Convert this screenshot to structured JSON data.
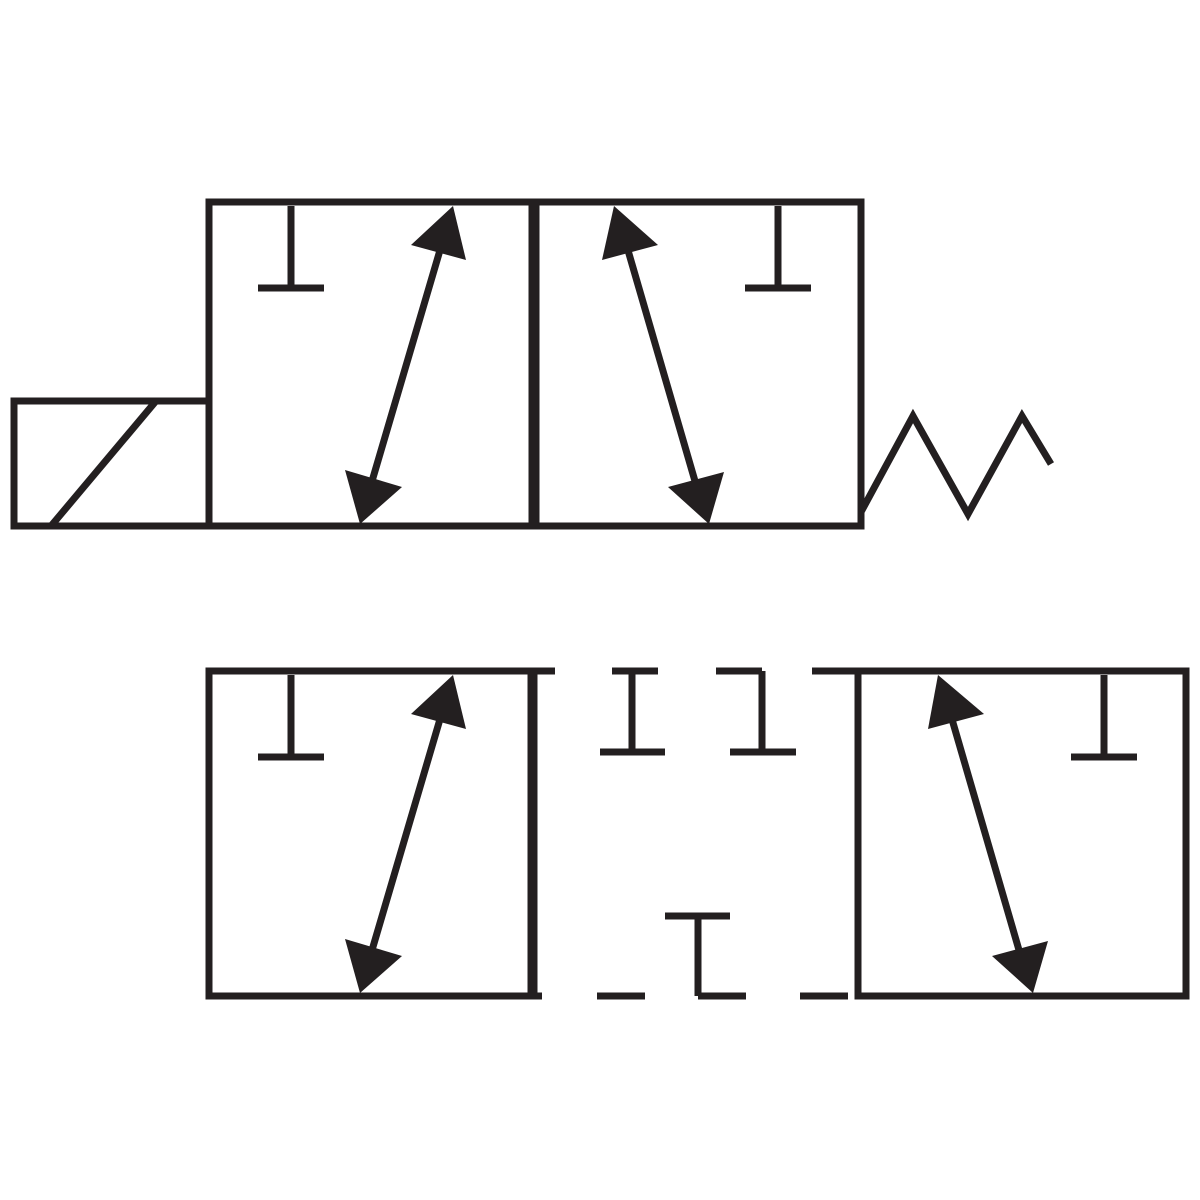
{
  "diagram": {
    "type": "pneumatic-valve-symbols",
    "colors": {
      "line": "#231f20",
      "background": "#ffffff"
    },
    "symbols": [
      {
        "name": "solenoid-valve-3-2-spring-return",
        "actuator": "solenoid",
        "return": "spring",
        "positions": 2
      },
      {
        "name": "valve-3-position",
        "positions": 3,
        "center": "blocked"
      }
    ]
  }
}
